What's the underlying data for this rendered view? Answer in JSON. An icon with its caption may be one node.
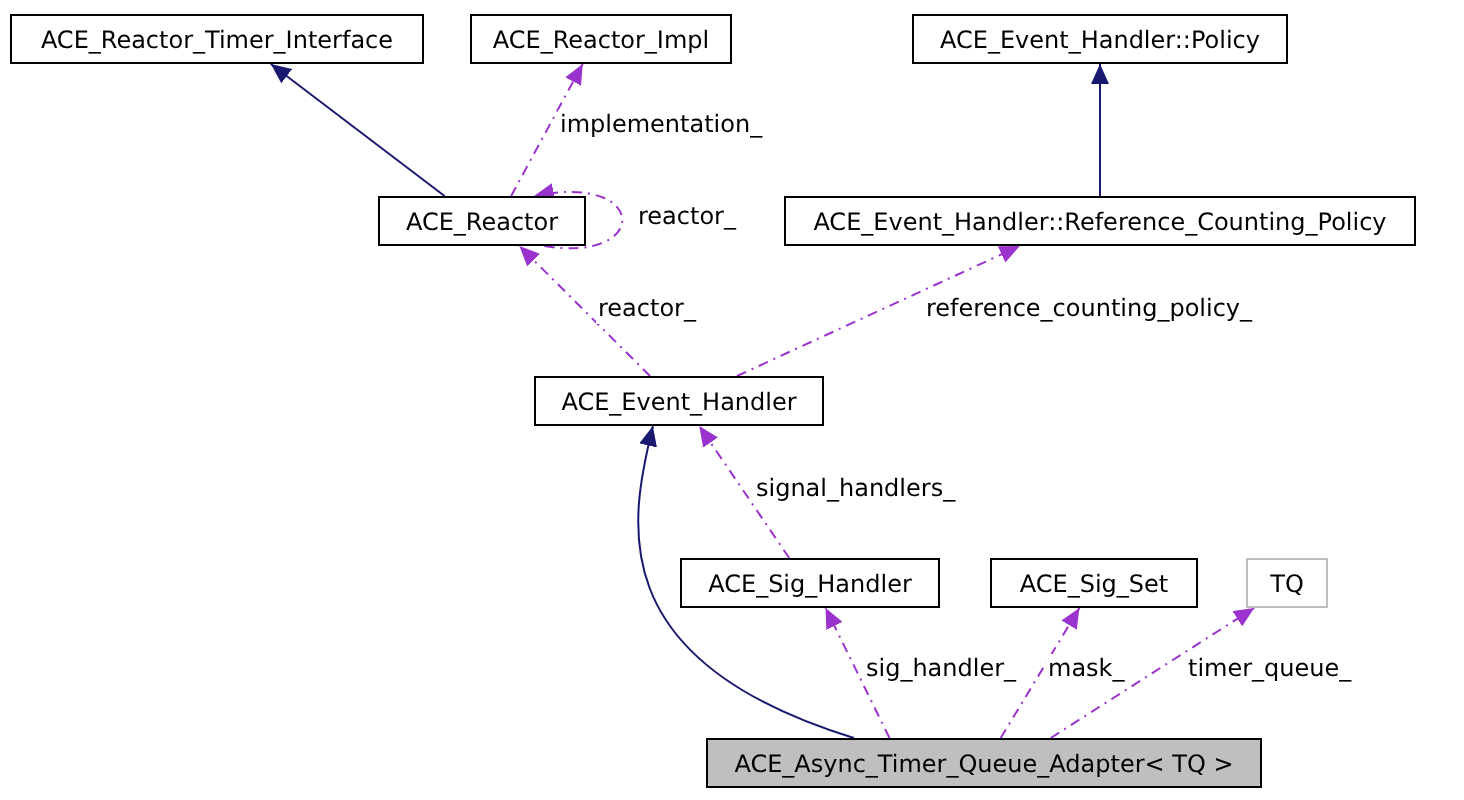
{
  "diagram": {
    "nodes": [
      {
        "text": [
          "ACE_Reactor_Timer_Interface"
        ]
      },
      {
        "text": [
          "ACE_Reactor_Impl"
        ]
      },
      {
        "text": [
          "ACE_Event_Handler::Policy"
        ]
      },
      {
        "text": [
          "ACE_Reactor"
        ]
      },
      {
        "text": [
          "ACE_Event_Handler::Reference_Counting_Policy"
        ]
      },
      {
        "text": [
          "ACE_Event_Handler"
        ]
      },
      {
        "text": [
          "ACE_Sig_Handler"
        ]
      },
      {
        "text": [
          "ACE_Sig_Set"
        ]
      },
      {
        "text": [
          "TQ"
        ]
      },
      {
        "text": [
          "ACE_Async_Timer_Queue_Adapter< TQ >"
        ]
      }
    ],
    "edges": [
      {
        "from": 3,
        "to": 0,
        "arrow": "to",
        "color": "#191970"
      },
      {
        "from": 3,
        "to": 1,
        "arrow": "to",
        "label": "implementation_",
        "style": "dashed"
      },
      {
        "from": 3,
        "to": 3,
        "arrow": "to",
        "label": "reactor_",
        "style": "dashed"
      },
      {
        "from": 5,
        "to": 3,
        "arrow": "to",
        "label": "reactor_",
        "style": "dashed"
      },
      {
        "from": 4,
        "to": 2,
        "arrow": "to",
        "color": "#191970"
      },
      {
        "from": 5,
        "to": 4,
        "arrow": "to",
        "label": "reference_counting_policy_",
        "style": "dashed"
      },
      {
        "from": 6,
        "to": 5,
        "arrow": "to",
        "label": "signal_handlers_",
        "style": "dashed"
      },
      {
        "from": 9,
        "to": 5,
        "arrow": "to",
        "color": "#191970"
      },
      {
        "from": 9,
        "to": 6,
        "arrow": "to",
        "label": "sig_handler_",
        "style": "dashed"
      },
      {
        "from": 9,
        "to": 7,
        "arrow": "to",
        "label": "mask_",
        "style": "dashed"
      },
      {
        "from": 9,
        "to": 8,
        "arrow": "to",
        "label": "timer_queue_",
        "style": "dashed"
      }
    ]
  }
}
